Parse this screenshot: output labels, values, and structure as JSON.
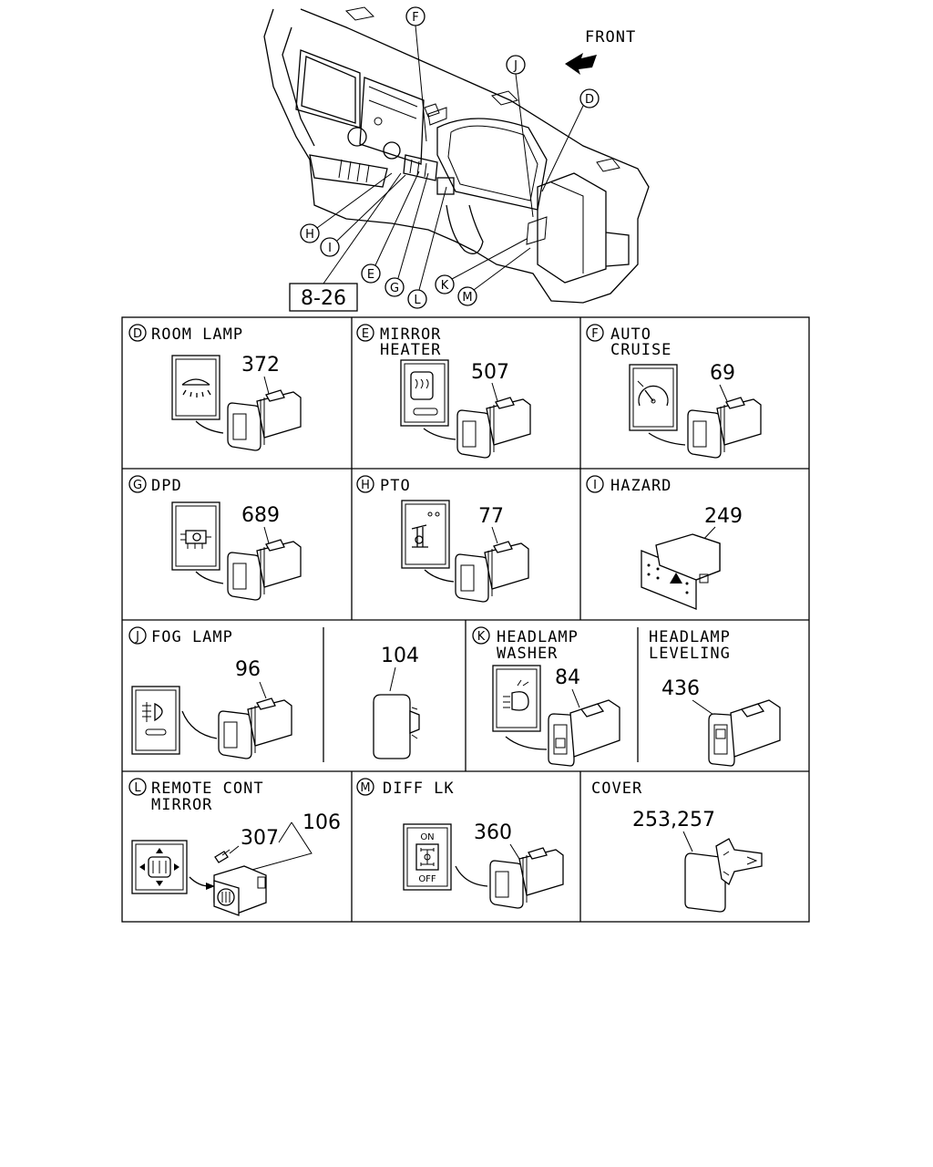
{
  "overview": {
    "front_label": "FRONT",
    "ref_box": "8-26",
    "callouts": [
      "F",
      "J",
      "D",
      "H",
      "I",
      "E",
      "G",
      "L",
      "K",
      "M"
    ]
  },
  "cells": [
    {
      "key": "D",
      "letter": "D",
      "title1": "ROOM LAMP",
      "title2": "",
      "part": "372"
    },
    {
      "key": "E",
      "letter": "E",
      "title1": "MIRROR",
      "title2": "HEATER",
      "part": "507"
    },
    {
      "key": "F",
      "letter": "F",
      "title1": "AUTO",
      "title2": "CRUISE",
      "part": "69"
    },
    {
      "key": "G",
      "letter": "G",
      "title1": "DPD",
      "title2": "",
      "part": "689"
    },
    {
      "key": "H",
      "letter": "H",
      "title1": "PTO",
      "title2": "",
      "part": "77"
    },
    {
      "key": "I",
      "letter": "I",
      "title1": "HAZARD",
      "title2": "",
      "part": "249"
    },
    {
      "key": "J",
      "letter": "J",
      "title1": "FOG LAMP",
      "title2": "",
      "part": "96"
    },
    {
      "key": "J2",
      "letter": "",
      "title1": "",
      "title2": "",
      "part": "104"
    },
    {
      "key": "K",
      "letter": "K",
      "title1": "HEADLAMP",
      "title2": "WASHER",
      "part": "84"
    },
    {
      "key": "K2",
      "letter": "",
      "title1": "HEADLAMP",
      "title2": "LEVELING",
      "part": "436"
    },
    {
      "key": "L",
      "letter": "L",
      "title1": "REMOTE CONT",
      "title2": "MIRROR",
      "part": "307",
      "part2": "106"
    },
    {
      "key": "M",
      "letter": "M",
      "title1": "DIFF LK",
      "title2": "",
      "part": "360",
      "switch_on": "ON",
      "switch_off": "OFF"
    },
    {
      "key": "C",
      "letter": "",
      "title1": "COVER",
      "title2": "",
      "part": "253,257"
    }
  ]
}
